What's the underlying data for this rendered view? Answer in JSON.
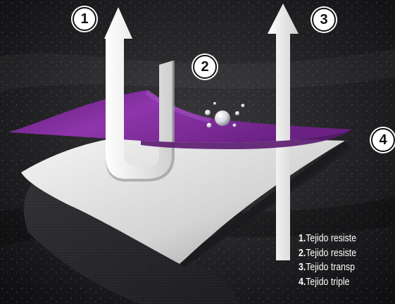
{
  "badges": [
    "1",
    "2",
    "3",
    "4"
  ],
  "legend": [
    {
      "num": "1.",
      "text": "Tejido resiste"
    },
    {
      "num": "2.",
      "text": "Tejido resiste"
    },
    {
      "num": "3.",
      "text": "Tejido transp"
    },
    {
      "num": "4.",
      "text": "Tejido triple"
    }
  ],
  "colors": {
    "background": "#1a1a1c",
    "membrane_purple": "#7a2a95",
    "arrow_white": "#f2f2f2",
    "sheet_gray": "#d8d8d8",
    "bottom_layer": "#2a2a2e"
  },
  "icons": [
    "arrow-up-icon",
    "u-turn-arrow-icon",
    "water-droplet-icon"
  ]
}
